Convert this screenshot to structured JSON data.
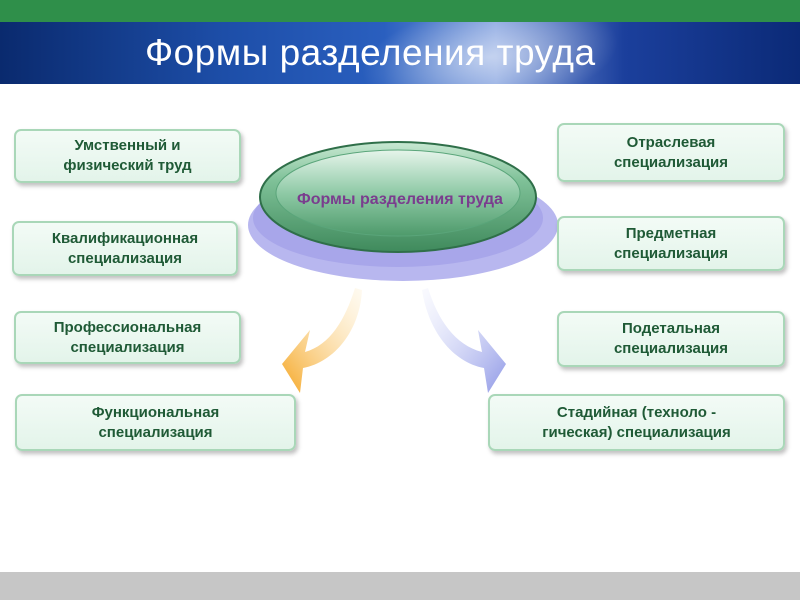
{
  "title": "Формы разделения труда",
  "center_label": "Формы разделения труда",
  "left_boxes": [
    {
      "label": "Умственный и\nфизический труд"
    },
    {
      "label": "Квалификационная\nспециализация"
    },
    {
      "label": "Профессиональная\nспециализация"
    },
    {
      "label": "Функциональная\nспециализация"
    }
  ],
  "right_boxes": [
    {
      "label": "Отраслевая\nспециализация"
    },
    {
      "label": "Предметная\nспециализация"
    },
    {
      "label": "Подетальная\nспециализация"
    },
    {
      "label": "Стадийная (техноло -\nгическая) специализация"
    }
  ],
  "colors": {
    "header_blue": "#1d4ea8",
    "top_green": "#2f8f4a",
    "box_text": "#1f5a36",
    "center_text": "#7a3d8e",
    "arrow_left": "#f5a623",
    "arrow_right": "#9aa3ea"
  }
}
